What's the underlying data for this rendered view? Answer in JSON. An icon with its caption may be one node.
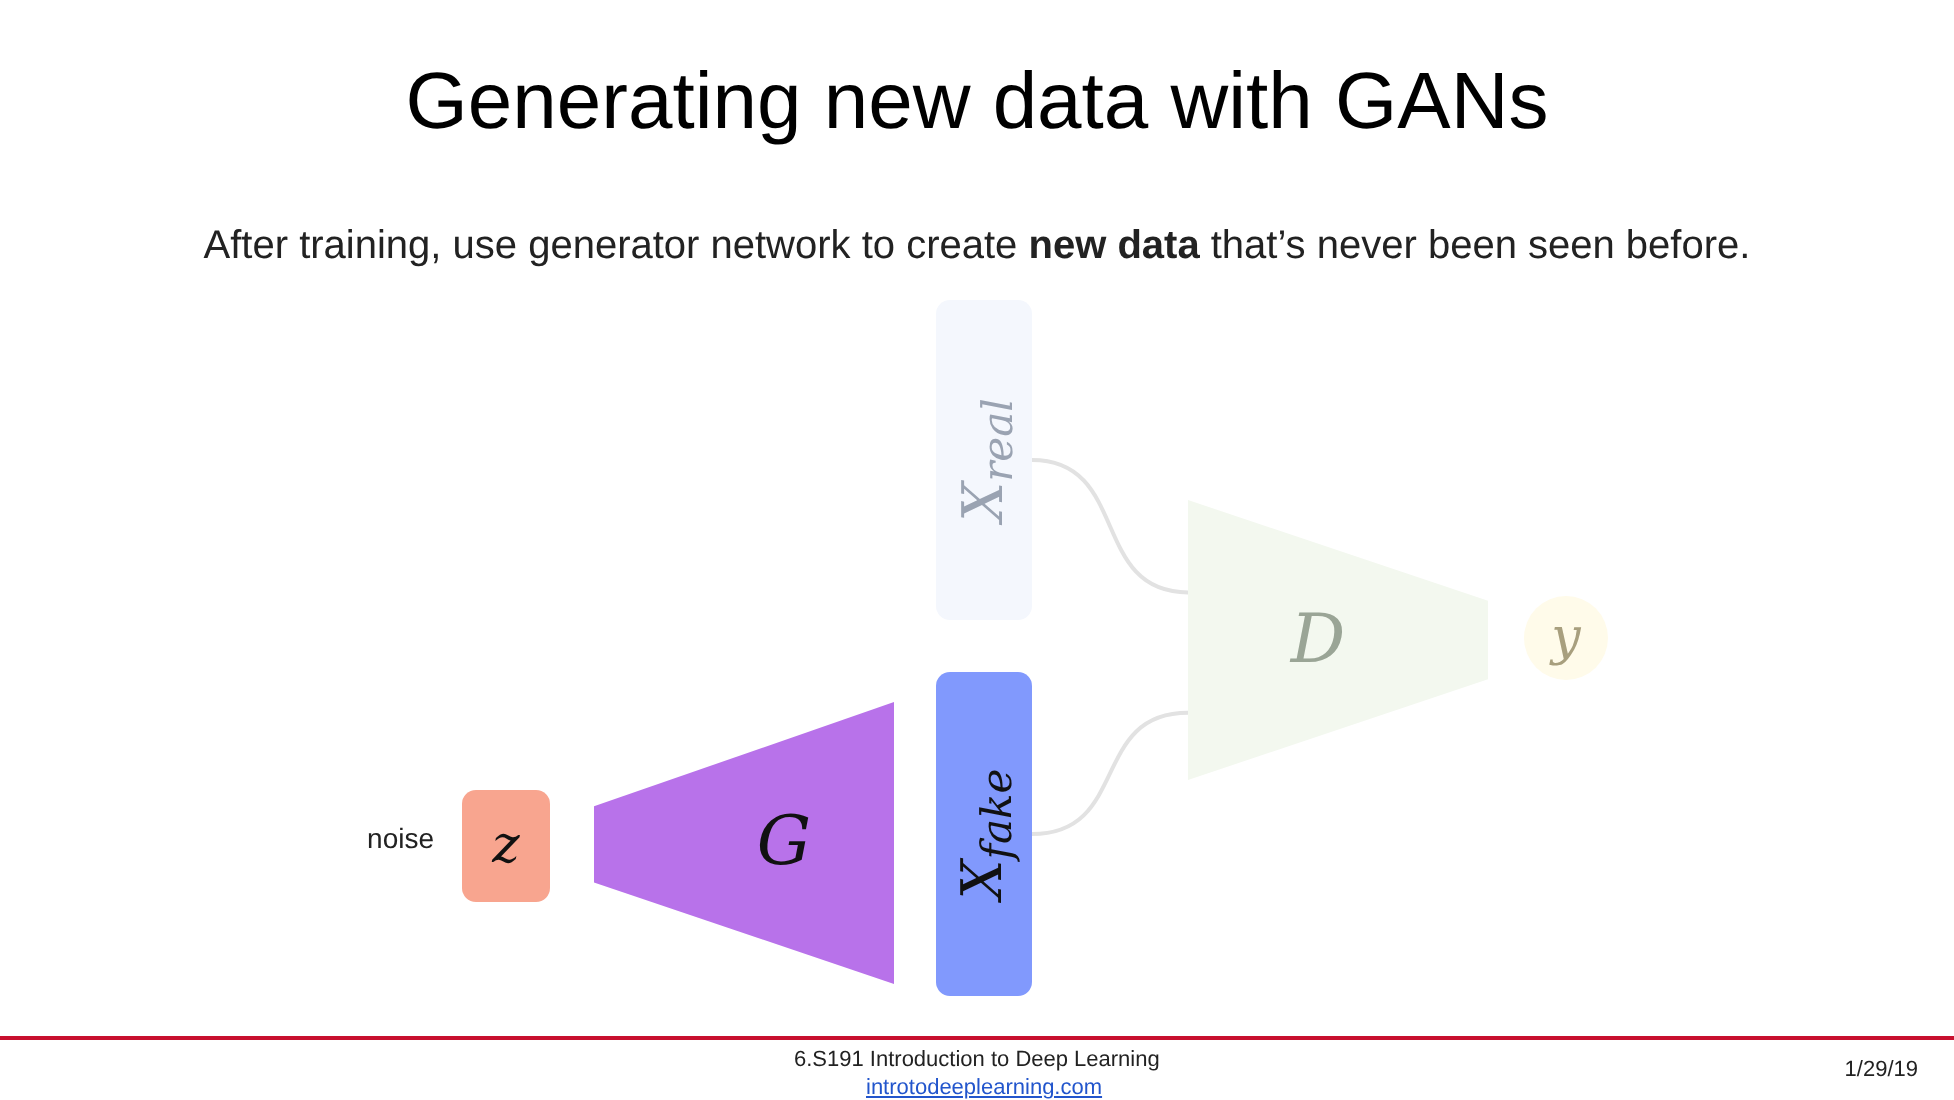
{
  "diagram": {
    "title": "Generating new data with GANs",
    "nodes": [
      {
        "text": [
          "z"
        ],
        "beside": [
          "noise"
        ]
      },
      {
        "text": [
          "G"
        ]
      },
      {
        "text": [
          "X$_{fake}$"
        ]
      },
      {
        "text": [
          "X$_{real}$"
        ]
      },
      {
        "text": [
          "D"
        ]
      },
      {
        "text": [
          "y"
        ]
      }
    ],
    "edges": [
      {
        "from": 3,
        "to": 4,
        "arrow": "none"
      },
      {
        "from": 2,
        "to": 4,
        "arrow": "none"
      }
    ],
    "labels": [
      "After training, use generator network to create **new data** that’s never been seen before.",
      "6.S191 Introduction to Deep Learning",
      "introtodeeplearning.com",
      "1/29/19"
    ]
  }
}
